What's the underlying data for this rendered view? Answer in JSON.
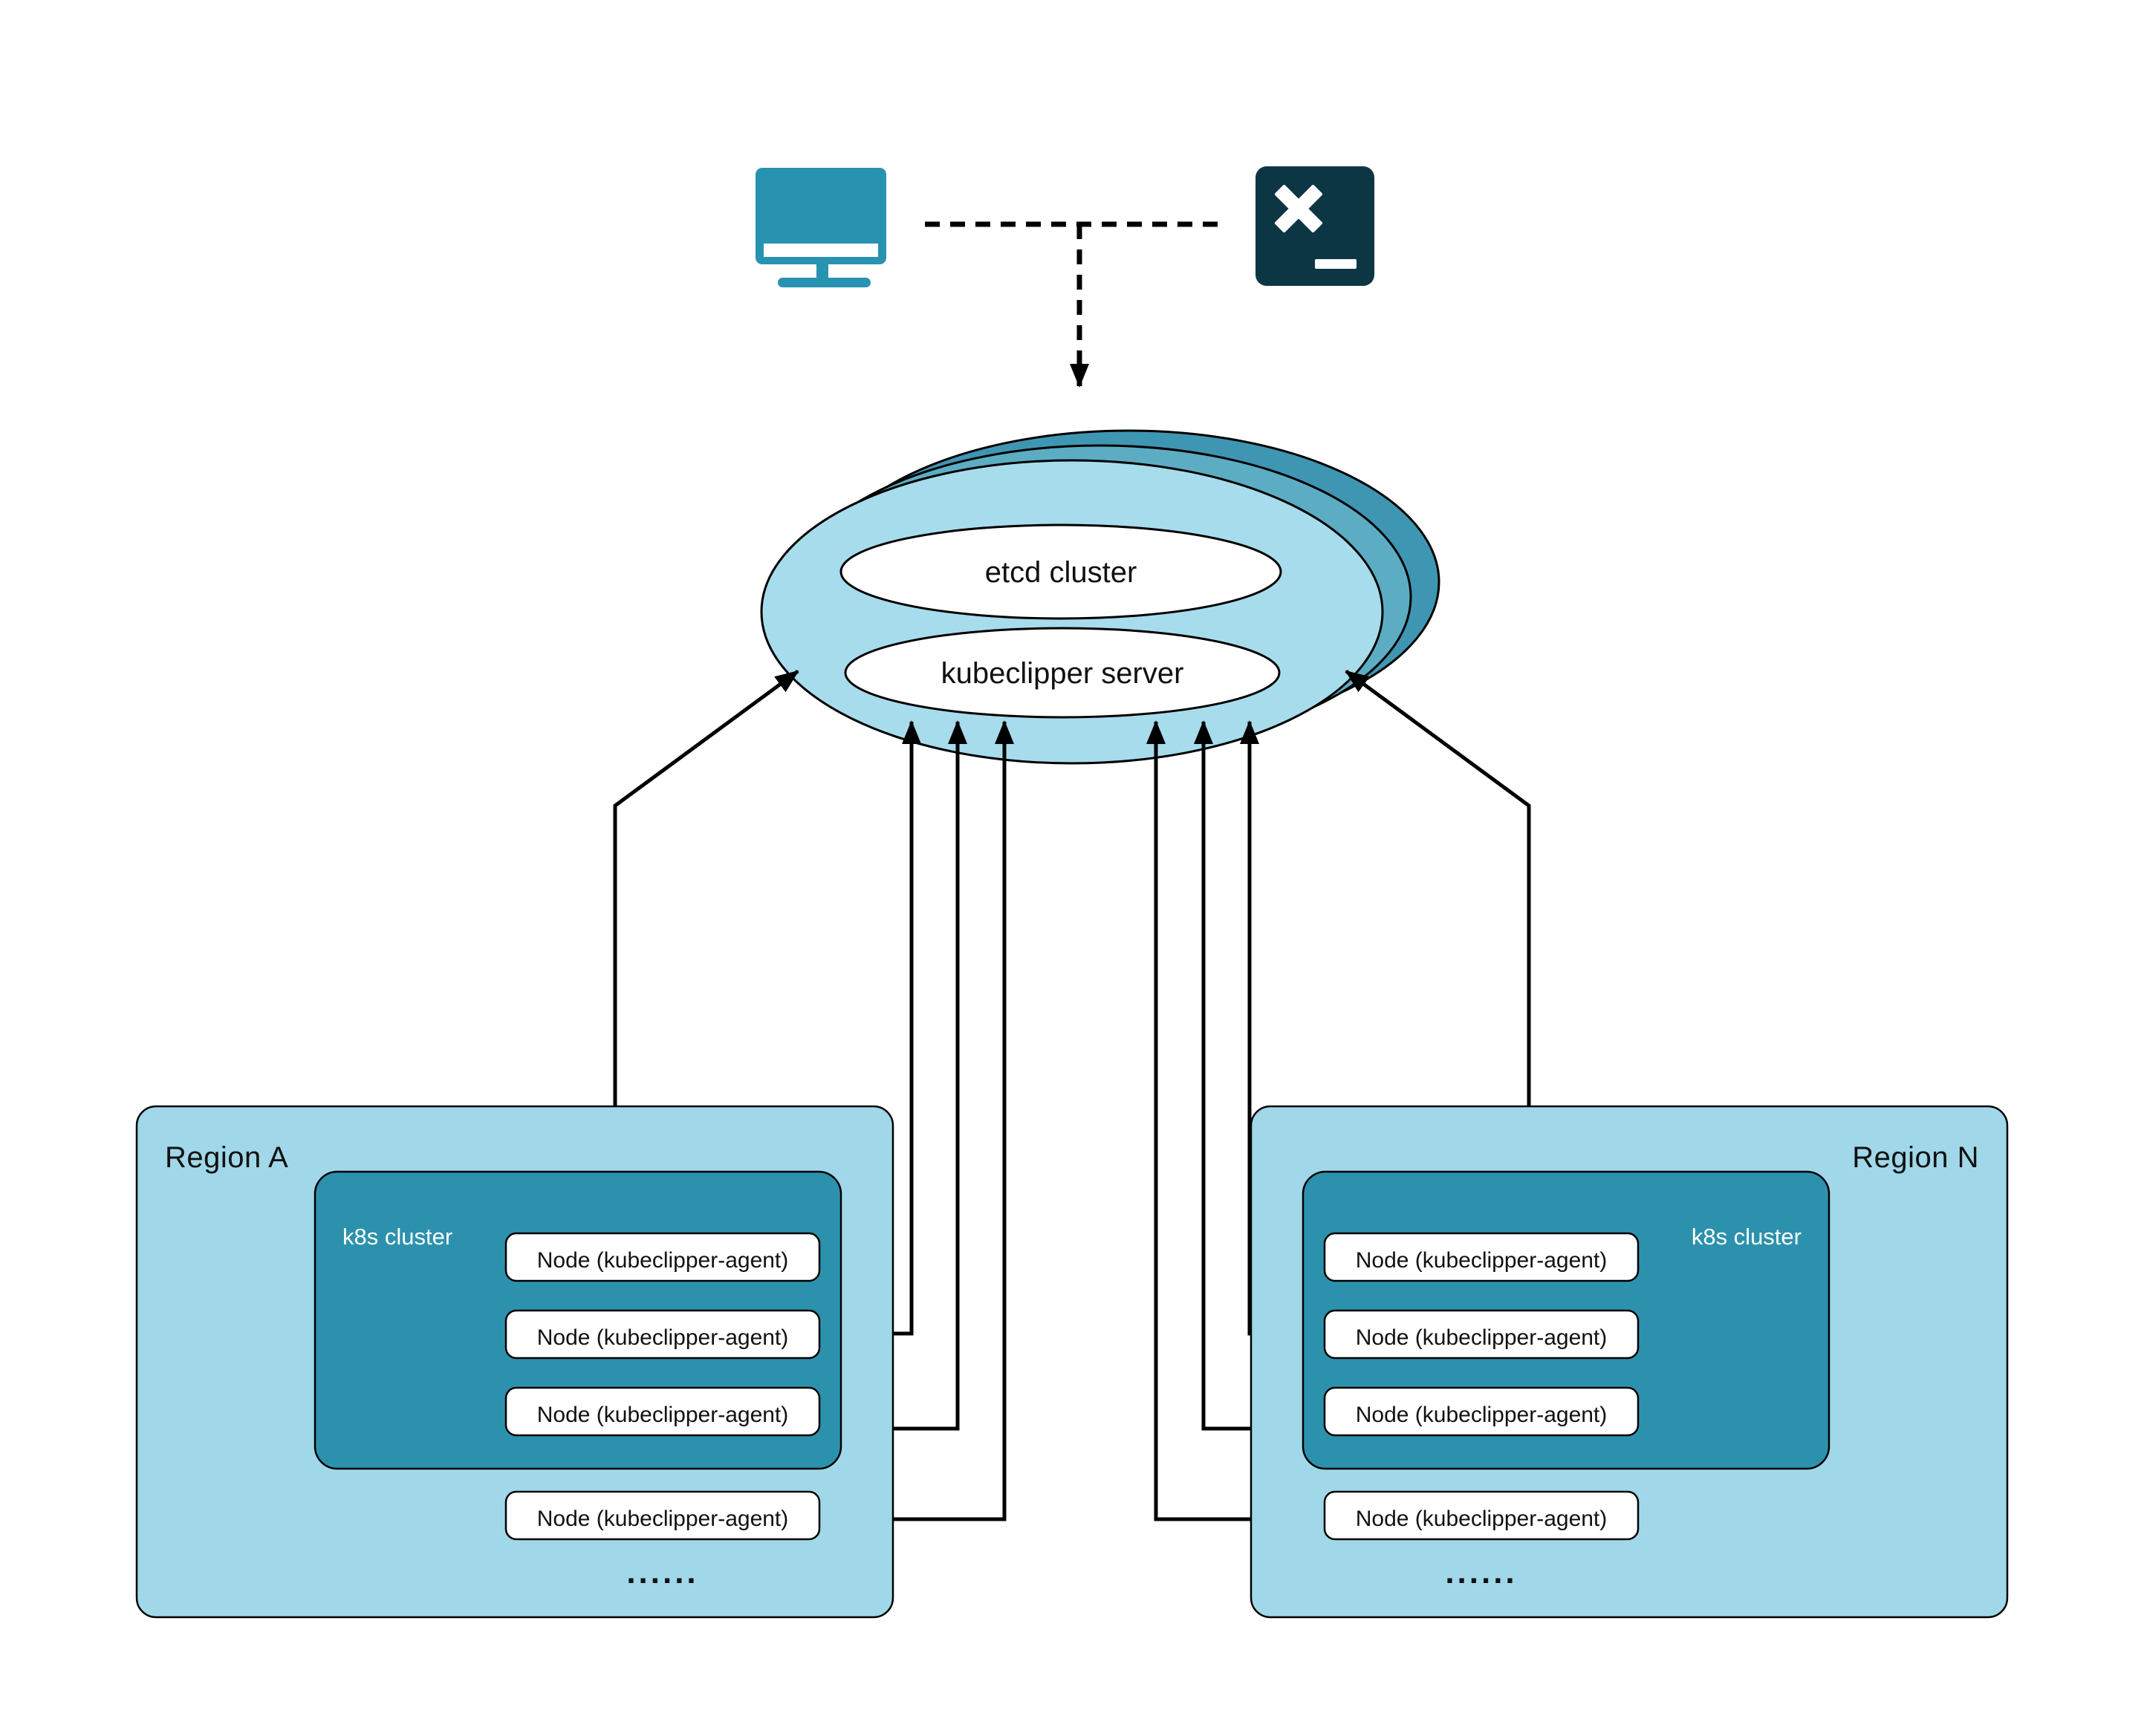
{
  "title": "kubeclipper multi-region architecture diagram",
  "colors": {
    "monitor": "#2892b1",
    "terminal_bg": "#0d3645",
    "icon_glyph": "#ffffff",
    "cloud_back": "#3f96b2",
    "cloud_middle": "#5cadc3",
    "cloud_front": "#a7dcec",
    "region_fill": "#a0d8e9",
    "k8s_fill": "#2c91ad",
    "node_fill": "#ffffff",
    "line": "#000000"
  },
  "client": {
    "monitor_icon": "monitor-icon",
    "terminal_icon": "terminal-icon"
  },
  "cloud": {
    "etcd_label": "etcd cluster",
    "server_label": "kubeclipper server"
  },
  "regions": [
    {
      "label": "Region A",
      "cluster_label": "k8s cluster",
      "nodes": [
        "Node (kubeclipper-agent)",
        "Node (kubeclipper-agent)",
        "Node (kubeclipper-agent)",
        "Node (kubeclipper-agent)"
      ],
      "ellipsis": "......"
    },
    {
      "label": "Region N",
      "cluster_label": "k8s cluster",
      "nodes": [
        "Node (kubeclipper-agent)",
        "Node (kubeclipper-agent)",
        "Node (kubeclipper-agent)",
        "Node (kubeclipper-agent)"
      ],
      "ellipsis": "......"
    }
  ]
}
